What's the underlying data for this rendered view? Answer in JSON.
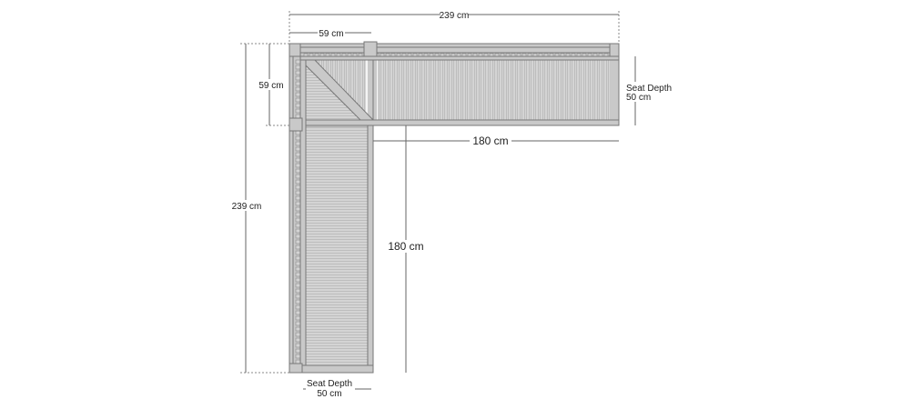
{
  "dimensions": {
    "overall_width": "239 cm",
    "overall_depth": "239 cm",
    "corner_width": "59 cm",
    "corner_depth": "59 cm",
    "right_arm_length": "180 cm",
    "left_arm_length": "180 cm",
    "seat_depth_right": {
      "title": "Seat Depth",
      "value": "50 cm"
    },
    "seat_depth_bottom": {
      "title": "Seat Depth",
      "value": "50 cm"
    }
  },
  "colors": {
    "wood": "#c9c9c9",
    "outline": "#777777",
    "dimension_line": "#666666"
  }
}
